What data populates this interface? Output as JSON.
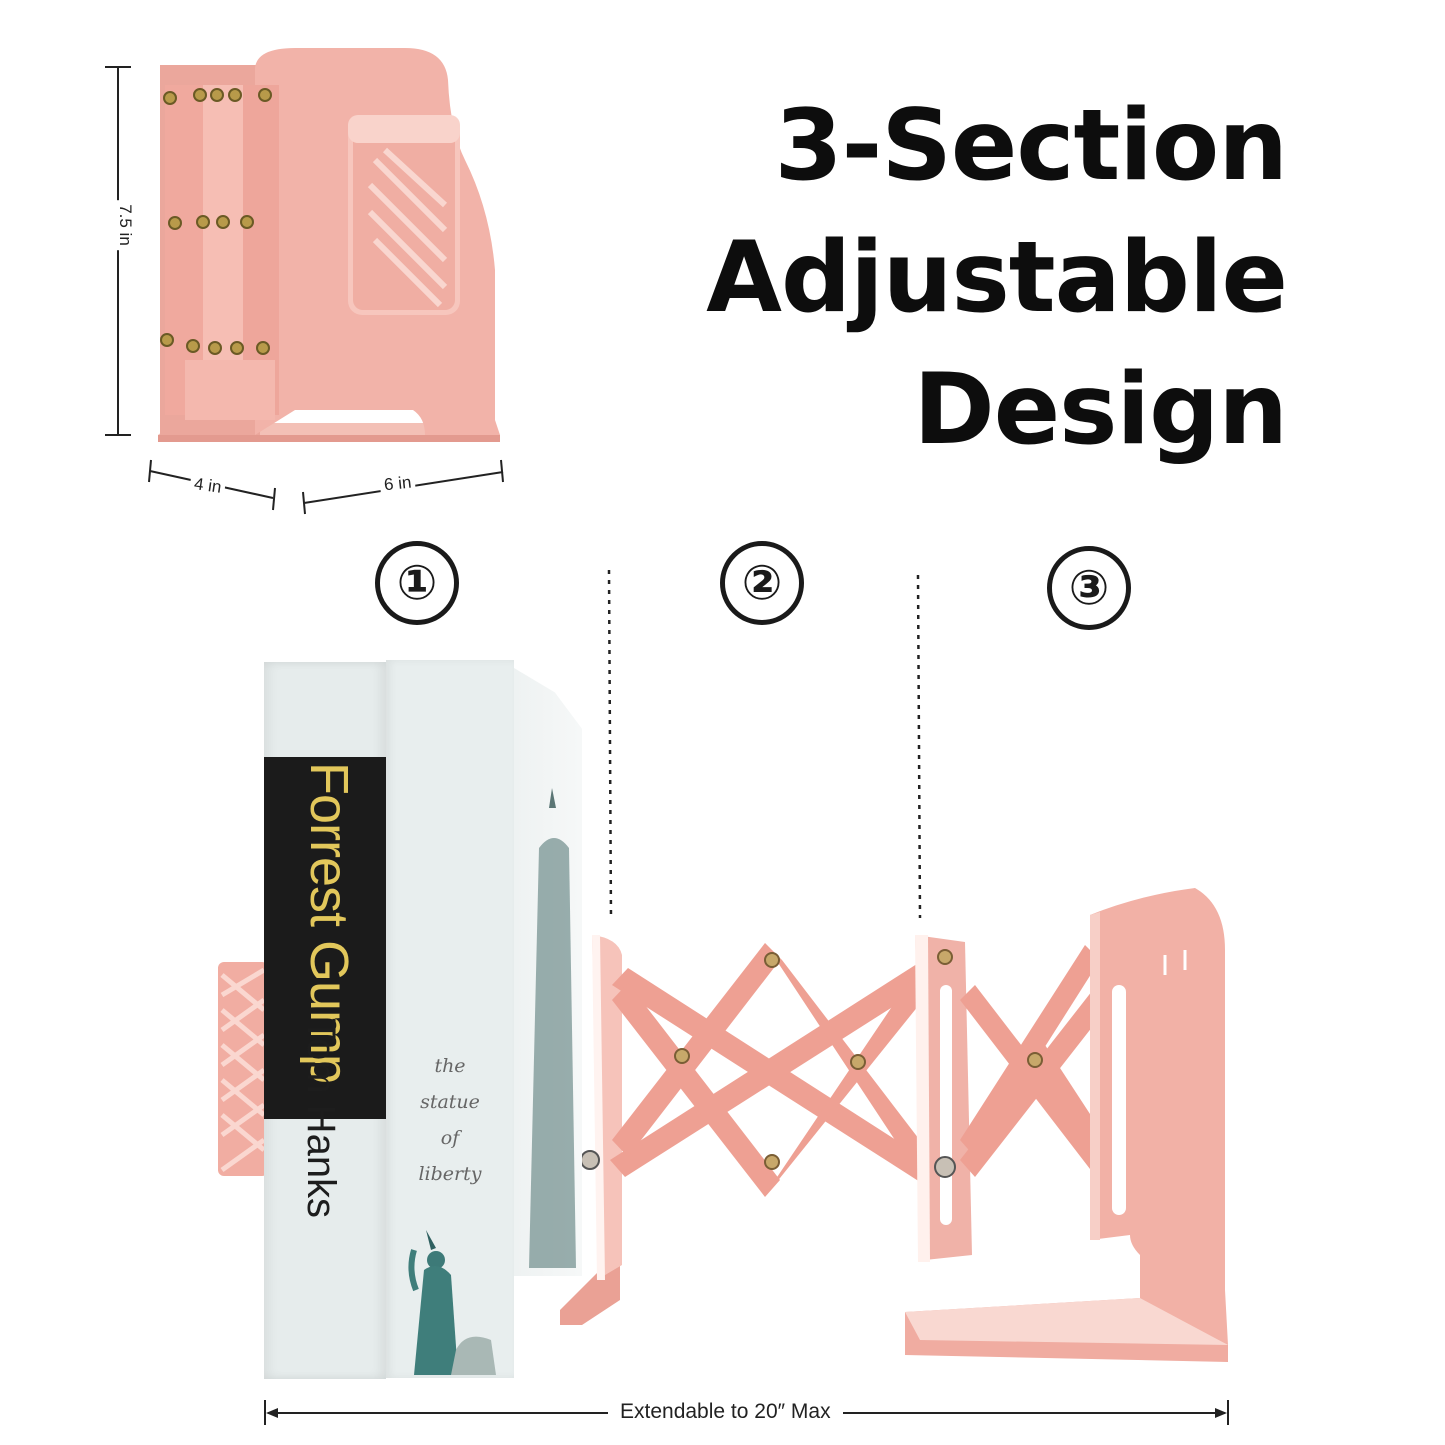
{
  "headline": {
    "line1": "3-Section",
    "line2": "Adjustable",
    "line3": "Design"
  },
  "dimensions": {
    "height": "7.5 in",
    "depth": "4 in",
    "width": "6 in"
  },
  "sections": [
    "①",
    "②",
    "③"
  ],
  "book_forrest": {
    "title": "Forrest Gump",
    "author": "Tom Hanks"
  },
  "book_liberty": {
    "spine_line1": "the",
    "spine_line2": "statue",
    "spine_line3": "of",
    "spine_line4": "liberty"
  },
  "extension_caption": "Extendable to 20″ Max",
  "colors": {
    "pink": "#f0b2a8",
    "pink_dark": "#e39a8f",
    "band": "#1b1b1b",
    "title_gold": "#e2c75b"
  }
}
